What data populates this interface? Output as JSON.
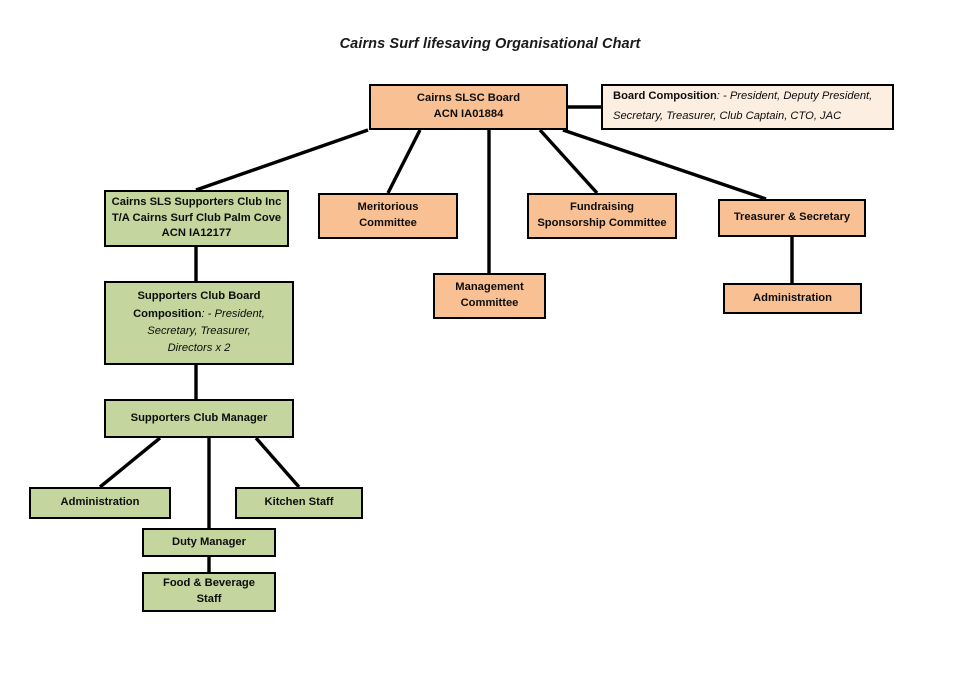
{
  "chart_data": {
    "type": "diagram",
    "title": "Cairns Surf lifesaving Organisational Chart",
    "colors": {
      "orange_fill": "#F9C193",
      "green_fill": "#C4D69E",
      "cream_fill": "#FCEEE1",
      "border": "#000000",
      "text": "#0d0d0d",
      "background": "#FFFFFF"
    },
    "nodes": [
      {
        "id": "board",
        "label": "Cairns SLSC Board\nACN IA01884",
        "color": "orange"
      },
      {
        "id": "board_comp",
        "label": "Board Composition: - President, Deputy President, Secretary, Treasurer, Club Captain, CTO, JAC",
        "color": "cream"
      },
      {
        "id": "supporters",
        "label": "Cairns SLS Supporters Club Inc\nT/A Cairns Surf Club Palm Cove\nACN IA12177",
        "color": "green"
      },
      {
        "id": "sup_comp",
        "label": "Supporters Club Board Composition: - President, Secretary, Treasurer, Directors x 2",
        "color": "green"
      },
      {
        "id": "sup_manager",
        "label": "Supporters Club Manager",
        "color": "green"
      },
      {
        "id": "sup_admin",
        "label": "Administration",
        "color": "green"
      },
      {
        "id": "duty_manager",
        "label": "Duty Manager",
        "color": "green"
      },
      {
        "id": "kitchen",
        "label": "Kitchen Staff",
        "color": "green"
      },
      {
        "id": "food_bev",
        "label": "Food & Beverage Staff",
        "color": "green"
      },
      {
        "id": "meritorious",
        "label": "Meritorious Committee",
        "color": "orange"
      },
      {
        "id": "management",
        "label": "Management Committee",
        "color": "orange"
      },
      {
        "id": "fundraising",
        "label": "Fundraising Sponsorship Committee",
        "color": "orange"
      },
      {
        "id": "treasurer",
        "label": "Treasurer & Secretary",
        "color": "orange"
      },
      {
        "id": "admin_right",
        "label": "Administration",
        "color": "orange"
      }
    ],
    "edges": [
      {
        "from": "board",
        "to": "board_comp"
      },
      {
        "from": "board",
        "to": "supporters"
      },
      {
        "from": "board",
        "to": "meritorious"
      },
      {
        "from": "board",
        "to": "management"
      },
      {
        "from": "board",
        "to": "fundraising"
      },
      {
        "from": "board",
        "to": "treasurer"
      },
      {
        "from": "supporters",
        "to": "sup_comp"
      },
      {
        "from": "sup_comp",
        "to": "sup_manager"
      },
      {
        "from": "sup_manager",
        "to": "sup_admin"
      },
      {
        "from": "sup_manager",
        "to": "duty_manager"
      },
      {
        "from": "sup_manager",
        "to": "kitchen"
      },
      {
        "from": "duty_manager",
        "to": "food_bev"
      },
      {
        "from": "treasurer",
        "to": "admin_right"
      }
    ]
  },
  "title": {
    "text": "Cairns Surf lifesaving Organisational Chart"
  },
  "boxes": {
    "board": {
      "line1": "Cairns SLSC Board",
      "line2": "ACN IA01884"
    },
    "board_composition": {
      "heading": "Board Composition",
      "line1_rest": ": - President, Deputy President,",
      "line2": "Secretary, Treasurer, Club Captain, CTO, JAC"
    },
    "supporters_club": {
      "line1": "Cairns SLS Supporters Club Inc",
      "line2": "T/A Cairns Surf Club Palm Cove",
      "line3": "ACN IA12177"
    },
    "supporters_composition": {
      "line1": "Supporters Club Board",
      "heading2": "Composition",
      "line2_rest": ": - President,",
      "line3": "Secretary, Treasurer,",
      "line4": "Directors x 2"
    },
    "supporters_manager": {
      "label": "Supporters Club Manager"
    },
    "supporters_admin": {
      "label": "Administration"
    },
    "duty_manager": {
      "label": "Duty Manager"
    },
    "kitchen_staff": {
      "label": "Kitchen Staff"
    },
    "food_beverage": {
      "line1": "Food & Beverage",
      "line2": "Staff"
    },
    "meritorious": {
      "line1": "Meritorious",
      "line2": "Committee"
    },
    "management": {
      "line1": "Management",
      "line2": "Committee"
    },
    "fundraising": {
      "line1": "Fundraising",
      "line2": "Sponsorship Committee"
    },
    "treasurer_secretary": {
      "label": "Treasurer & Secretary"
    },
    "administration_right": {
      "label": "Administration"
    }
  }
}
